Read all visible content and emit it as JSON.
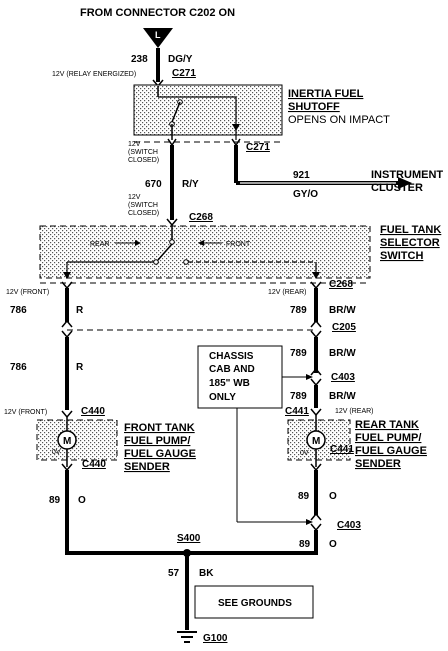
{
  "header": {
    "from_connector": "FROM CONNECTOR C202 ON",
    "connector_letter": "L"
  },
  "top_feed": {
    "circuit": "238",
    "color": "DG/Y",
    "voltage": "12V (RELAY ENERGIZED)",
    "connector": "C271"
  },
  "inertia_switch": {
    "title_line1": "INERTIA FUEL",
    "title_line2": "SHUTOFF",
    "note": "OPENS ON IMPACT",
    "connector": "C271"
  },
  "switch_out": {
    "voltage_line1": "12V",
    "voltage_line2": "(SWITCH",
    "voltage_line3": "CLOSED)",
    "circuit": "670",
    "color": "R/Y"
  },
  "cluster_feed": {
    "circuit": "921",
    "color": "GY/O",
    "dest_line1": "INSTRUMENT",
    "dest_line2": "CLUSTER"
  },
  "selector_switch": {
    "voltage_line1": "12V",
    "voltage_line2": "(SWITCH",
    "voltage_line3": "CLOSED)",
    "connector_in": "C268",
    "title_line1": "FUEL TANK",
    "title_line2": "SELECTOR",
    "title_line3": "SWITCH",
    "rear_label": "REAR",
    "front_label": "FRONT"
  },
  "front_branch": {
    "voltage_out": "12V (FRONT)",
    "circuit_a": "786",
    "color_a": "R",
    "circuit_b": "786",
    "color_b": "R",
    "voltage_pump": "12V (FRONT)",
    "connector_pump_in": "C440",
    "pump_title_line1": "FRONT TANK",
    "pump_title_line2": "FUEL PUMP/",
    "pump_title_line3": "FUEL GAUGE",
    "pump_title_line4": "SENDER",
    "pump_motor": "M",
    "ground_voltage": "0V",
    "connector_pump_out": "C440",
    "circuit_ground": "89",
    "color_ground": "O"
  },
  "rear_branch": {
    "voltage_out": "12V (REAR)",
    "connector_out": "C268",
    "circuit_a": "789",
    "color_a": "BR/W",
    "connector_mid": "C205",
    "circuit_b": "789",
    "color_b": "BR/W",
    "circuit_c": "789",
    "color_c": "BR/W",
    "connector_c403": "C403",
    "connector_pump_in": "C441",
    "voltage_pump": "12V (REAR)",
    "pump_title_line1": "REAR TANK",
    "pump_title_line2": "FUEL PUMP/",
    "pump_title_line3": "FUEL GAUGE",
    "pump_title_line4": "SENDER",
    "pump_motor": "M",
    "ground_voltage": "0V",
    "connector_pump_out": "C441",
    "circuit_ground": "89",
    "color_ground": "O",
    "connector_ground": "C403",
    "circuit_ground2": "89",
    "color_ground2": "O"
  },
  "chassis_note": {
    "line1": "CHASSIS",
    "line2": "CAB AND",
    "line3": "185\"  WB",
    "line4": "ONLY"
  },
  "ground": {
    "splice": "S400",
    "circuit": "57",
    "color": "BK",
    "note": "SEE GROUNDS",
    "ground_point": "G100"
  }
}
